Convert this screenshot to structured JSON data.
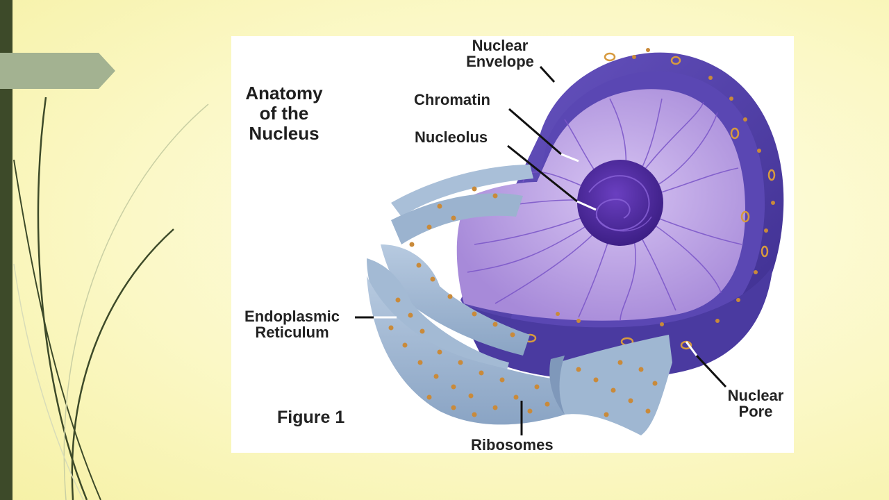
{
  "diagram": {
    "title": [
      "Anatomy",
      "of the",
      "Nucleus"
    ],
    "figure_caption": "Figure 1",
    "labels": {
      "nuclear_envelope": [
        "Nuclear",
        "Envelope"
      ],
      "chromatin": "Chromatin",
      "nucleolus": "Nucleolus",
      "endoplasmic_reticulum": [
        "Endoplasmic",
        "Reticulum"
      ],
      "nuclear_pore": [
        "Nuclear",
        "Pore"
      ],
      "ribosomes": "Ribosomes"
    }
  },
  "colors": {
    "sidebar": "#3d4a29",
    "tab": "#a3b291",
    "background": "#fbf8c6",
    "envelope": "#4f3fa5",
    "interior": "#b79ae0",
    "nucleolus": "#4c2a9a",
    "reticulum": "#9cb4cf",
    "ribosome": "#c98a3a"
  }
}
